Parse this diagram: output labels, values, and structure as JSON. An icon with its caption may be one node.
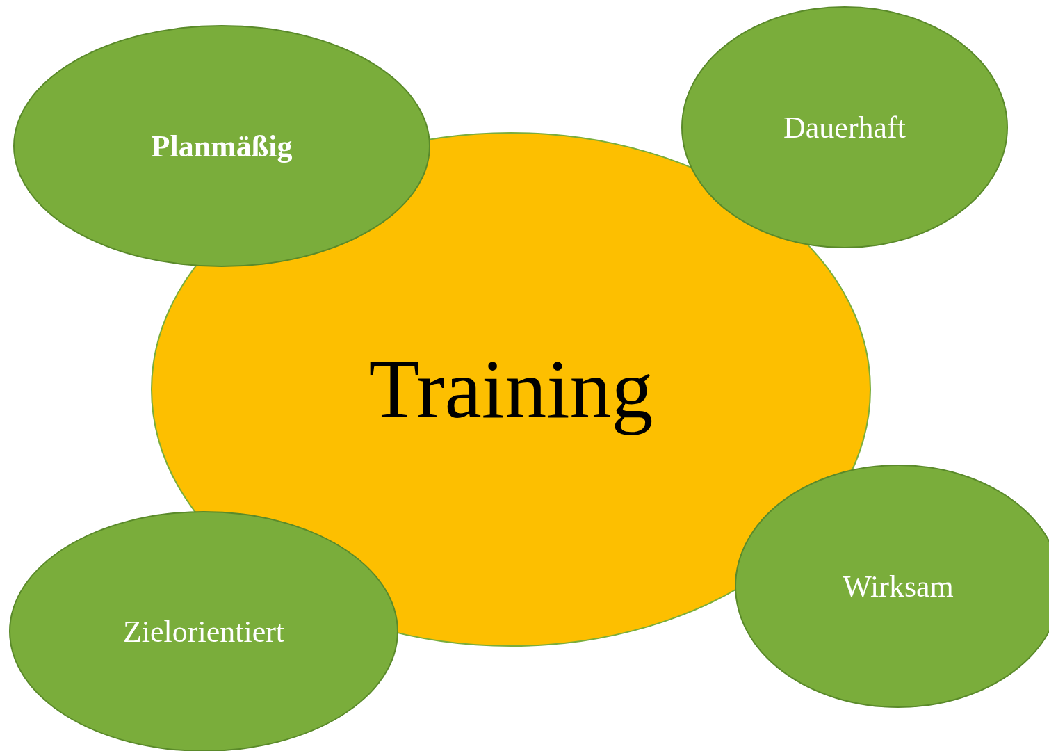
{
  "diagram": {
    "nodes": [
      {
        "text": [
          "Planmäßig"
        ]
      },
      {
        "text": [
          "Dauerhaft"
        ]
      },
      {
        "text": [
          "Training"
        ]
      },
      {
        "text": [
          "Zielorientiert"
        ]
      },
      {
        "text": [
          "Wirksam"
        ]
      }
    ]
  }
}
